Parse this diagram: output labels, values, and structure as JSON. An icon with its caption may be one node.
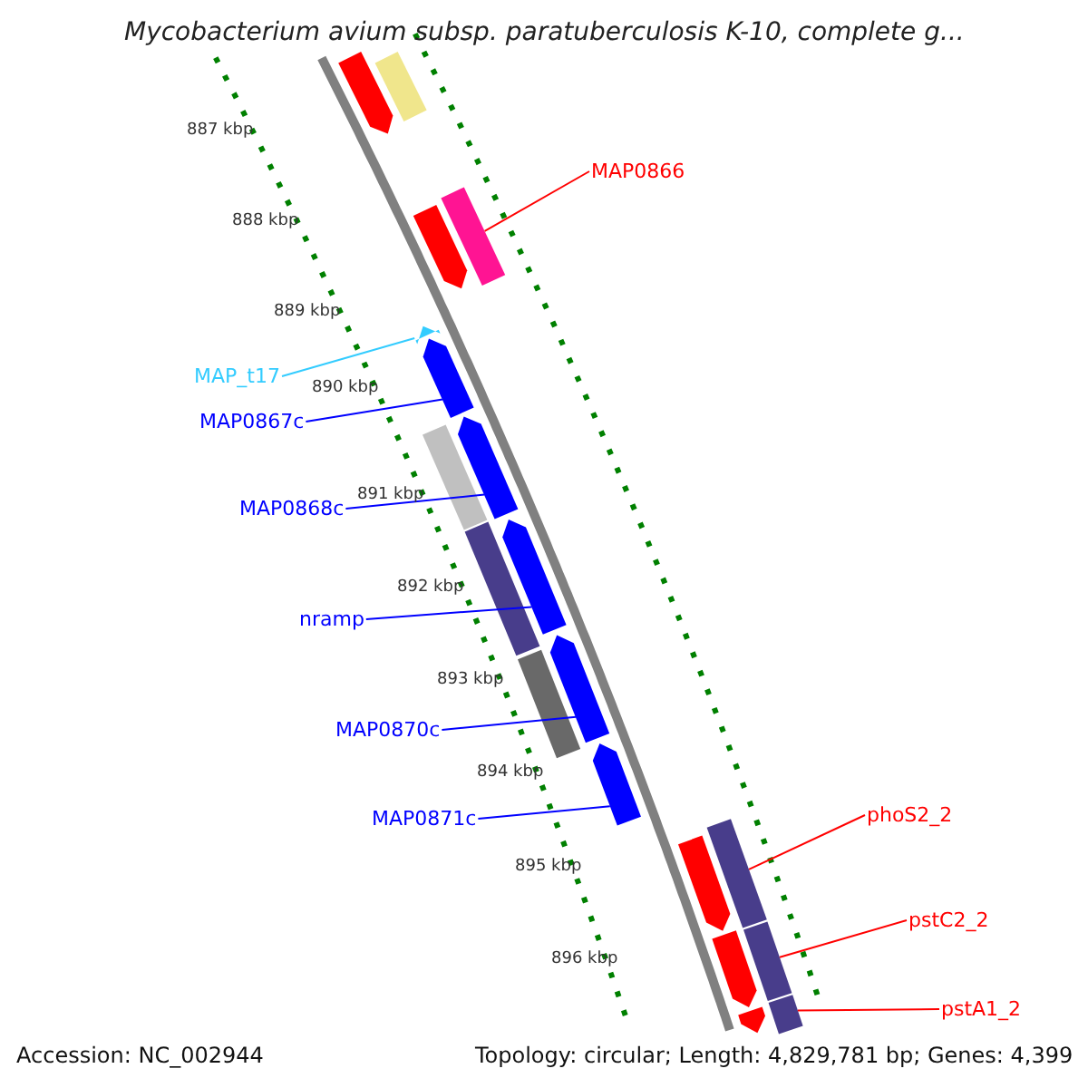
{
  "diagram": {
    "title": "Mycobacterium avium subsp. paratuberculosis K-10, complete g...",
    "nodes": [
      {
        "text": [],
        "shape": "bar"
      },
      {
        "text": [],
        "shape": "bar"
      },
      {
        "text": [
          "MAP0866"
        ]
      },
      {
        "text": [],
        "shape": "bar"
      },
      {
        "text": [],
        "shape": "bar"
      },
      {
        "text": [],
        "shape": "bar"
      },
      {
        "text": [
          "MAP_t17"
        ]
      },
      {
        "text": [],
        "shape": "bar"
      },
      {
        "text": [
          "MAP0867c"
        ]
      },
      {
        "text": [],
        "shape": "bar"
      },
      {
        "text": [],
        "shape": "bar"
      },
      {
        "text": [
          "MAP0868c"
        ]
      },
      {
        "text": [],
        "shape": "bar"
      },
      {
        "text": [],
        "shape": "bar"
      },
      {
        "text": [
          "nramp"
        ]
      },
      {
        "text": [],
        "shape": "bar"
      },
      {
        "text": [],
        "shape": "bar"
      },
      {
        "text": [
          "MAP0870c"
        ]
      },
      {
        "text": [],
        "shape": "bar"
      },
      {
        "text": [
          "MAP0871c"
        ]
      },
      {
        "text": [],
        "shape": "bar"
      },
      {
        "text": [
          "phoS2_2"
        ]
      },
      {
        "text": [],
        "shape": "bar"
      },
      {
        "text": [],
        "shape": "bar"
      },
      {
        "text": [
          "pstC2_2"
        ]
      },
      {
        "text": [],
        "shape": "bar"
      },
      {
        "text": [
          "pstA1_2"
        ]
      },
      {
        "text": [],
        "shape": "bar"
      },
      {
        "text": [],
        "shape": "bar"
      }
    ],
    "edges": [
      {
        "from": 2,
        "to": 4,
        "arrow": "none",
        "color": "#ff0000"
      },
      {
        "from": 6,
        "to": 5,
        "arrow": "none",
        "color": "#33ccff"
      },
      {
        "from": 8,
        "to": 7,
        "arrow": "none"
      },
      {
        "from": 11,
        "to": 10,
        "arrow": "none"
      },
      {
        "from": 14,
        "to": 13,
        "arrow": "none"
      },
      {
        "from": 17,
        "to": 16,
        "arrow": "none"
      },
      {
        "from": 19,
        "to": 18,
        "arrow": "none"
      },
      {
        "from": 21,
        "to": 20,
        "arrow": "none",
        "color": "#ff0000"
      },
      {
        "from": 24,
        "to": 23,
        "arrow": "none",
        "color": "#ff0000"
      },
      {
        "from": 26,
        "to": 27,
        "arrow": "none",
        "color": "#ff0000"
      }
    ],
    "labels": [
      "887 kbp",
      "888 kbp",
      "889 kbp",
      "890 kbp",
      "891 kbp",
      "892 kbp",
      "893 kbp",
      "894 kbp",
      "895 kbp",
      "896 kbp",
      "Accession: NC_002944",
      "Topology: circular; Length: 4,829,781 bp; Genes: 4,399"
    ]
  }
}
